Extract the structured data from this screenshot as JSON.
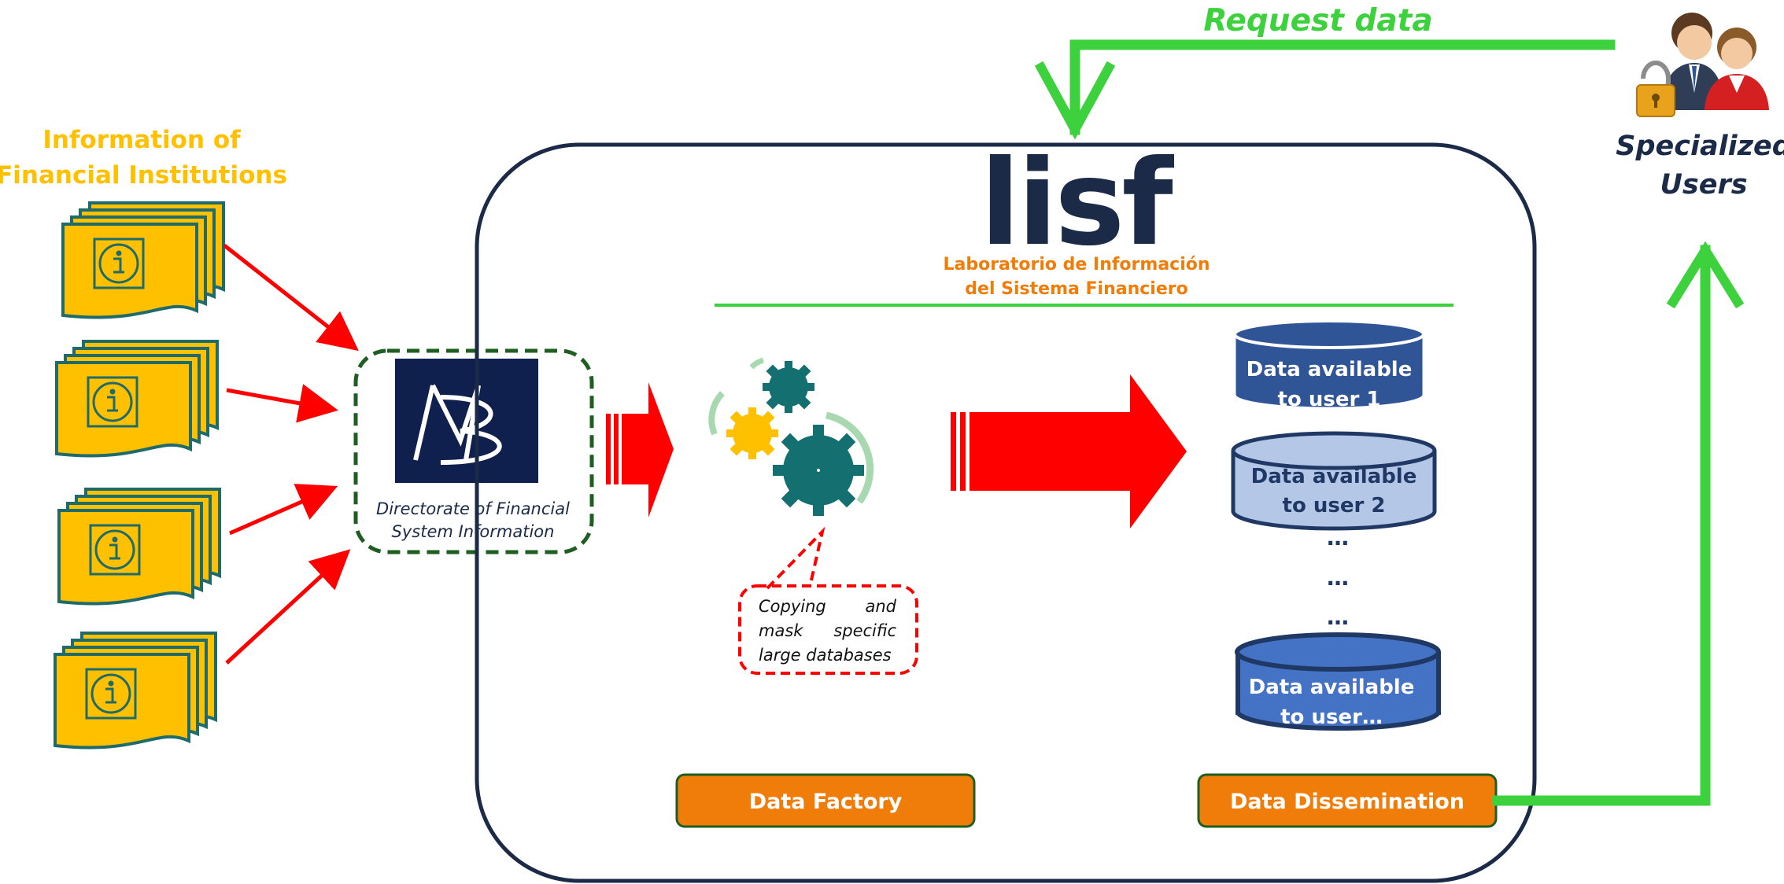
{
  "sources": {
    "title_line1": "Information of",
    "title_line2": "Financial Institutions"
  },
  "directorate": {
    "label_line1": "Directorate of Financial",
    "label_line2": "System Information"
  },
  "lisf": {
    "logo_text": "lisf",
    "subtitle_line1": "Laboratorio de Información",
    "subtitle_line2": "del Sistema Financiero"
  },
  "factory": {
    "callout_line1_a": "Copying",
    "callout_line1_b": "and",
    "callout_line2_a": "mask",
    "callout_line2_b": "specific",
    "callout_line3": "large databases",
    "button_label": "Data Factory"
  },
  "databases": [
    {
      "line1": "Data available",
      "line2": "to user 1"
    },
    {
      "line1": "Data available",
      "line2": "to user 2"
    },
    {
      "line1": "Data available",
      "line2": "to user…"
    }
  ],
  "ellipsis": "…",
  "dissemination": {
    "button_label": "Data Dissemination"
  },
  "users": {
    "request_label": "Request data",
    "label_line1": "Specialized",
    "label_line2": "Users"
  },
  "colors": {
    "gold": "#FFC000",
    "teal_border": "#1F6B6B",
    "navy": "#1B2A47",
    "orange": "#F07D0A",
    "green": "#3DD13D",
    "red": "#FF0000",
    "dark_green": "#1E5E20",
    "db_dark": "#2F5597",
    "db_light": "#B4C7E7",
    "db_mid": "#4472C4"
  }
}
